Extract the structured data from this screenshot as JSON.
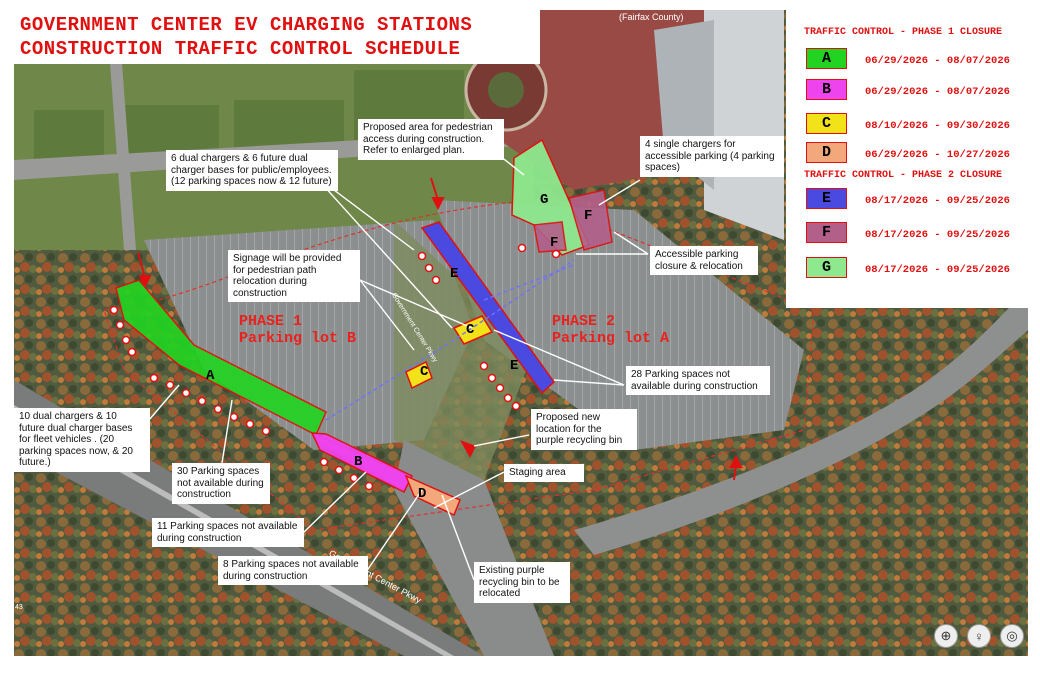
{
  "title": {
    "line1": "GOVERNMENT CENTER EV CHARGING STATIONS",
    "line2": "CONSTRUCTION TRAFFIC CONTROL SCHEDULE"
  },
  "legend": {
    "phase1_heading": "TRAFFIC CONTROL - PHASE 1 CLOSURE",
    "phase2_heading": "TRAFFIC CONTROL - PHASE 2 CLOSURE",
    "items": [
      {
        "label": "A",
        "dates": "06/29/2026 - 08/07/2026",
        "color": "#22d322"
      },
      {
        "label": "B",
        "dates": "06/29/2026 - 08/07/2026",
        "color": "#ee44ee"
      },
      {
        "label": "C",
        "dates": "08/10/2026 - 09/30/2026",
        "color": "#f2e21a"
      },
      {
        "label": "D",
        "dates": "06/29/2026 - 10/27/2026",
        "color": "#f2a87a"
      },
      {
        "label": "E",
        "dates": "08/17/2026 - 09/25/2026",
        "color": "#4a4ae0"
      },
      {
        "label": "F",
        "dates": "08/17/2026 - 09/25/2026",
        "color": "#b2608a"
      },
      {
        "label": "G",
        "dates": "08/17/2026 - 09/25/2026",
        "color": "#8ee88e"
      }
    ]
  },
  "map": {
    "attribution": "(Fairfax County)",
    "road_label": "Government Center Pkwy",
    "road_label_2": "Government Center Pkwy",
    "phase1": {
      "line1": "PHASE 1",
      "line2": "Parking lot B"
    },
    "phase2": {
      "line1": "PHASE 2",
      "line2": "Parking lot A"
    },
    "zones": {
      "A": "A",
      "B": "B",
      "C1": "C",
      "C2": "C",
      "D": "D",
      "E1": "E",
      "E2": "E",
      "F1": "F",
      "F2": "F",
      "G": "G"
    },
    "corner_mark": "43"
  },
  "callouts": {
    "pedestrian_area": "Proposed area for pedestrian access during construction. Refer to enlarged plan.",
    "single_chargers": "4 single chargers for accessible parking (4 parking spaces)",
    "dual_chargers": "6 dual chargers & 6 future dual charger bases for public/employees. (12 parking spaces now & 12 future)",
    "signage": "Signage will be provided for pedestrian path relocation during construction",
    "accessible_closure": "Accessible parking closure & relocation",
    "spaces_28": "28 Parking spaces not available during construction",
    "fleet": "10 dual chargers & 10 future dual charger bases for fleet vehicles . (20 parking spaces now, & 20 future.)",
    "spaces_30": "30 Parking spaces not available during construction",
    "recycling_new": "Proposed new location for the purple recycling bin",
    "staging": "Staging area",
    "spaces_11": "11 Parking spaces not available during construction",
    "spaces_8": "8 Parking spaces not available during construction",
    "recycling_existing": "Existing purple recycling bin to be relocated"
  },
  "controls": {
    "compass_icon": "compass-icon",
    "pegman_icon": "pegman-icon",
    "locate_icon": "locate-icon"
  }
}
